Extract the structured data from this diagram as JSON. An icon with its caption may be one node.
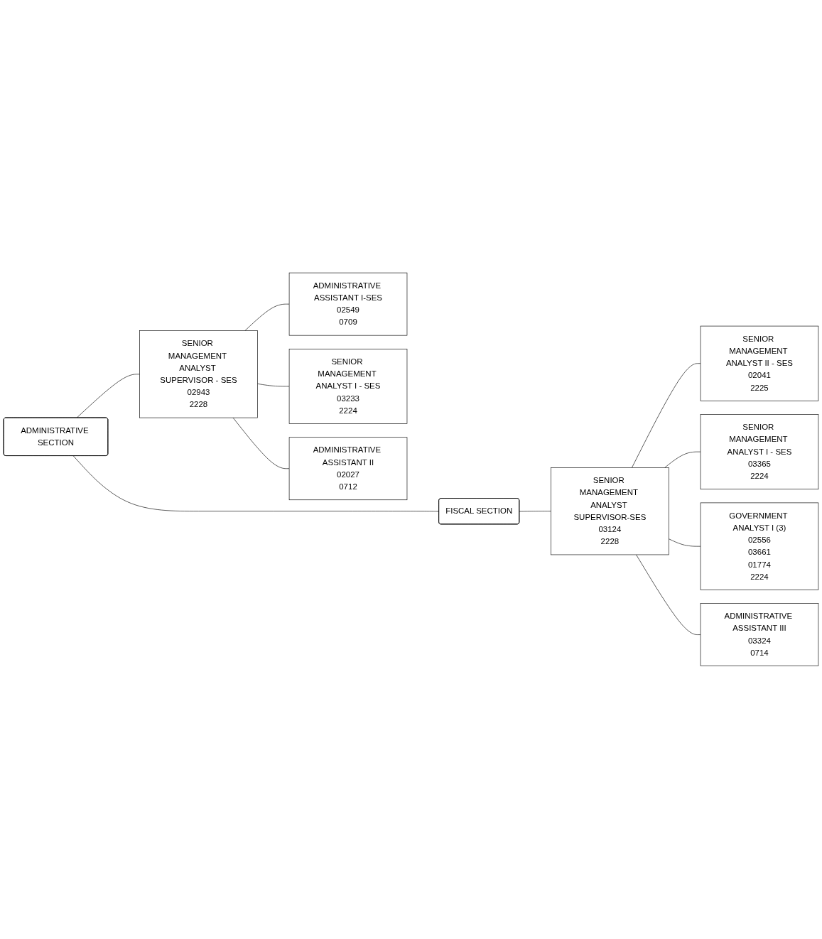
{
  "diagram": {
    "nodes": [
      {
        "text": [
          "ADMINISTRATIVE SECTION"
        ]
      },
      {
        "text": [
          "SENIOR MANAGEMENT ANALYST SUPERVISOR - SES",
          "02943",
          "2228"
        ]
      },
      {
        "text": [
          "ADMINISTRATIVE ASSISTANT I-SES",
          "02549",
          "0709"
        ]
      },
      {
        "text": [
          "SENIOR MANAGEMENT ANALYST I - SES",
          "03233",
          "2224"
        ]
      },
      {
        "text": [
          "ADMINISTRATIVE ASSISTANT II",
          "02027",
          "0712"
        ]
      },
      {
        "text": [
          "FISCAL SECTION"
        ]
      },
      {
        "text": [
          "SENIOR MANAGEMENT ANALYST SUPERVISOR-SES",
          "03124",
          "2228"
        ]
      },
      {
        "text": [
          "SENIOR MANAGEMENT ANALYST II - SES",
          "02041",
          "2225"
        ]
      },
      {
        "text": [
          "SENIOR MANAGEMENT ANALYST I - SES",
          "03365",
          "2224"
        ]
      },
      {
        "text": [
          "GOVERNMENT ANALYST I (3)",
          "02556",
          "03661",
          "01774",
          "2224"
        ]
      },
      {
        "text": [
          "ADMINISTRATIVE ASSISTANT III",
          "03324",
          "0714"
        ]
      }
    ],
    "edges": [
      {
        "from": 0,
        "to": 5,
        "arrow": "none"
      },
      {
        "from": 0,
        "to": 1,
        "arrow": "none"
      },
      {
        "from": 1,
        "to": 2,
        "arrow": "none"
      },
      {
        "from": 1,
        "to": 3,
        "arrow": "none"
      },
      {
        "from": 1,
        "to": 4,
        "arrow": "none"
      },
      {
        "from": 5,
        "to": 6,
        "arrow": "none"
      },
      {
        "from": 6,
        "to": 7,
        "arrow": "none"
      },
      {
        "from": 6,
        "to": 8,
        "arrow": "none"
      },
      {
        "from": 6,
        "to": 9,
        "arrow": "none"
      },
      {
        "from": 6,
        "to": 10,
        "arrow": "none"
      }
    ]
  }
}
